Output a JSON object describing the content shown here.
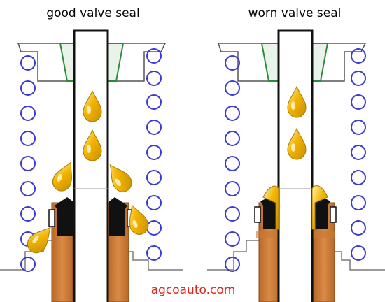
{
  "diagram": {
    "left_panel": {
      "title": "good valve seal"
    },
    "right_panel": {
      "title": "worn valve seal"
    },
    "watermark": {
      "text": "agcoauto.com"
    }
  },
  "colors": {
    "spring_coil": "#3a3ad8",
    "oil_fill": "#f2b400",
    "oil_highlight": "#fff4b0",
    "oil_edge": "#a67a00",
    "guide_copper": "#c87a33",
    "seal_black": "#111111",
    "seal_green": "#2e8a3a",
    "outline_gray": "#7a7a7a",
    "watermark": "#e2231a"
  },
  "icons": [
    "valve-spring-coil-icon",
    "oil-drop-icon",
    "valve-seal-icon",
    "valve-stem-icon"
  ]
}
